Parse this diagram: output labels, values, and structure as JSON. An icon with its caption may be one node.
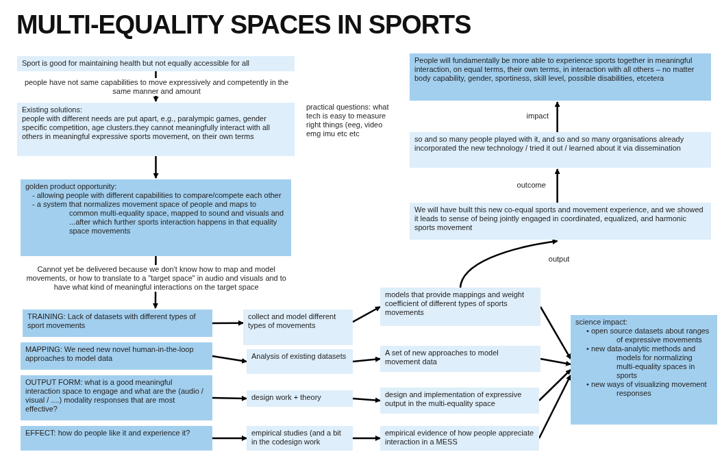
{
  "diagram": {
    "title": "MULTI-EQUALITY SPACES IN SPORTS",
    "nodes": [
      {
        "text": [
          "Sport is good for maintaining health but not equally accessible for all"
        ]
      },
      {
        "text": [
          "Existing solutions:",
          "people with different needs are put apart, e.g., paralympic games, gender specific competition, age clusters.they cannot meaningfully interact with all others in meaningful expressive sports movement, on their own terms"
        ]
      },
      {
        "text": [
          "golden product opportunity:",
          "- allowing people with different capabilities to compare/compete each other",
          "- a system that normalizes movement space of people and maps to common multi-equality space, mapped to sound and visuals and ...after which further sports interaction happens in that equality space movements"
        ]
      },
      {
        "text": [
          "TRAINING: Lack of datasets with different types of sport movements"
        ]
      },
      {
        "text": [
          "MAPPING: We need new novel human-in-the-loop approaches to model data"
        ]
      },
      {
        "text": [
          "OUTPUT FORM: what is a good meaningful interaction space to engage and what are the (audio / visual / ....) modality responses that are most effective?"
        ]
      },
      {
        "text": [
          "EFFECT: how do people like it and experience it?"
        ]
      },
      {
        "text": [
          "collect and model different types of movements"
        ]
      },
      {
        "text": [
          "Analysis of existing datasets"
        ]
      },
      {
        "text": [
          "design work + theory"
        ]
      },
      {
        "text": [
          "empirical studies (and a bit in the codesign work"
        ]
      },
      {
        "text": [
          "models that provide mappings and weight coefficient of different types of sports movements"
        ]
      },
      {
        "text": [
          "A set of new approaches to model movement data"
        ]
      },
      {
        "text": [
          "design and implementation of expressive output in the multi-equality space"
        ]
      },
      {
        "text": [
          "empirical evidence of how people appreciate interaction in a MESS"
        ]
      },
      {
        "text": [
          "science impact:",
          "• open source datasets about ranges of expressive movements",
          "• new data-analytic methods and models for normalizing multi-equality spaces in sports",
          "• new ways of visualizing movement responses"
        ]
      },
      {
        "text": [
          "We will have built this new co-equal sports and movement experience, and we showed it leads to sense of being jointly engaged in coordinated, equalized, and harmonic sports movement"
        ]
      },
      {
        "text": [
          "so and so many people played with it, and so and so many organisations already incorporated the new technology / tried it out / learned about it via dissemination"
        ]
      },
      {
        "text": [
          "People will fundamentally be more able to experience sports together in meaningful interaction, on equal terms, their own terms, in interaction with all others – no matter body capability, gender, sportiness, skill level, possible disabilities, etcetera"
        ]
      }
    ],
    "edges": [
      {
        "from": 0,
        "to": 1,
        "arrow": "to",
        "label": "people have not same capabilities to move expressively and competently in the same manner and amount"
      },
      {
        "from": 1,
        "to": 2,
        "arrow": "to"
      },
      {
        "from": 2,
        "to": 3,
        "arrow": "to",
        "label": "Cannot yet be delivered because we don't know how to map and model movements, or how to translate to a \"target space\" in audio and visuals and to have what kind of meaningful interactions on the target space"
      },
      {
        "from": 3,
        "to": 7,
        "arrow": "to"
      },
      {
        "from": 4,
        "to": 8,
        "arrow": "to"
      },
      {
        "from": 5,
        "to": 9,
        "arrow": "to"
      },
      {
        "from": 6,
        "to": 10,
        "arrow": "to"
      },
      {
        "from": 7,
        "to": 11,
        "arrow": "to"
      },
      {
        "from": 8,
        "to": 12,
        "arrow": "to"
      },
      {
        "from": 9,
        "to": 13,
        "arrow": "to"
      },
      {
        "from": 10,
        "to": 14,
        "arrow": "to"
      },
      {
        "from": 11,
        "to": 15,
        "arrow": "to"
      },
      {
        "from": 12,
        "to": 15,
        "arrow": "to"
      },
      {
        "from": 13,
        "to": 15,
        "arrow": "to"
      },
      {
        "from": 14,
        "to": 15,
        "arrow": "to"
      },
      {
        "from": 11,
        "to": 16,
        "arrow": "to",
        "label": "output"
      },
      {
        "from": 16,
        "to": 17,
        "arrow": "to",
        "label": "outcome"
      },
      {
        "from": 17,
        "to": 18,
        "arrow": "to",
        "label": "impact"
      }
    ],
    "labels": [
      "practical questions: what tech is easy to measure right things (eeg, video emg imu etc etc"
    ]
  }
}
